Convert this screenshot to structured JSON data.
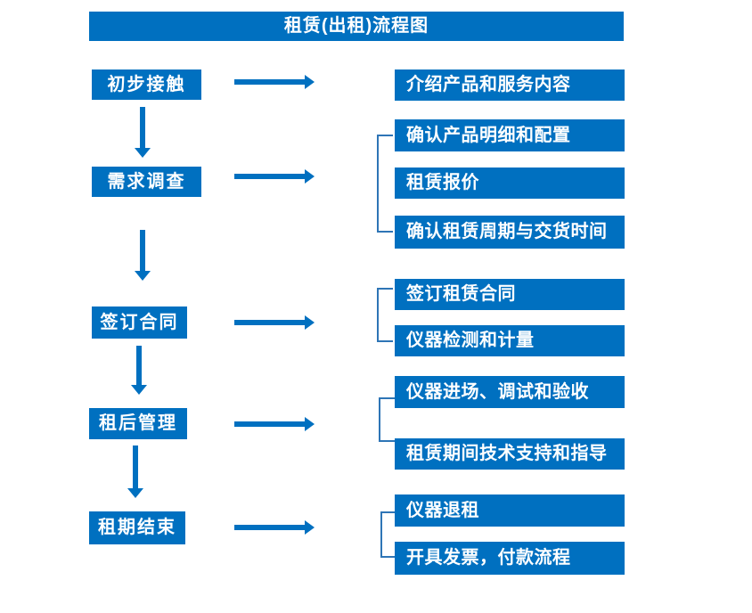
{
  "title": "租赁(出租)流程图",
  "colors": {
    "primary_blue": "#0070c0",
    "bracket_blue": "#2e75b6",
    "text_white": "#ffffff",
    "background": "#ffffff"
  },
  "icons": {
    "right_arrow": "→",
    "down_arrow": "↓"
  },
  "flow": {
    "steps": [
      {
        "label": "初步接触",
        "details": [
          "介绍产品和服务内容"
        ]
      },
      {
        "label": "需求调查",
        "details": [
          "确认产品明细和配置",
          "租赁报价",
          "确认租赁周期与交货时间"
        ]
      },
      {
        "label": "签订合同",
        "details": [
          "签订租赁合同",
          "仪器检测和计量"
        ]
      },
      {
        "label": "租后管理",
        "details": [
          "仪器进场、调试和验收",
          "租赁期间技术支持和指导"
        ]
      },
      {
        "label": "租期结束",
        "details": [
          "仪器退租",
          "开具发票，付款流程"
        ]
      }
    ]
  }
}
